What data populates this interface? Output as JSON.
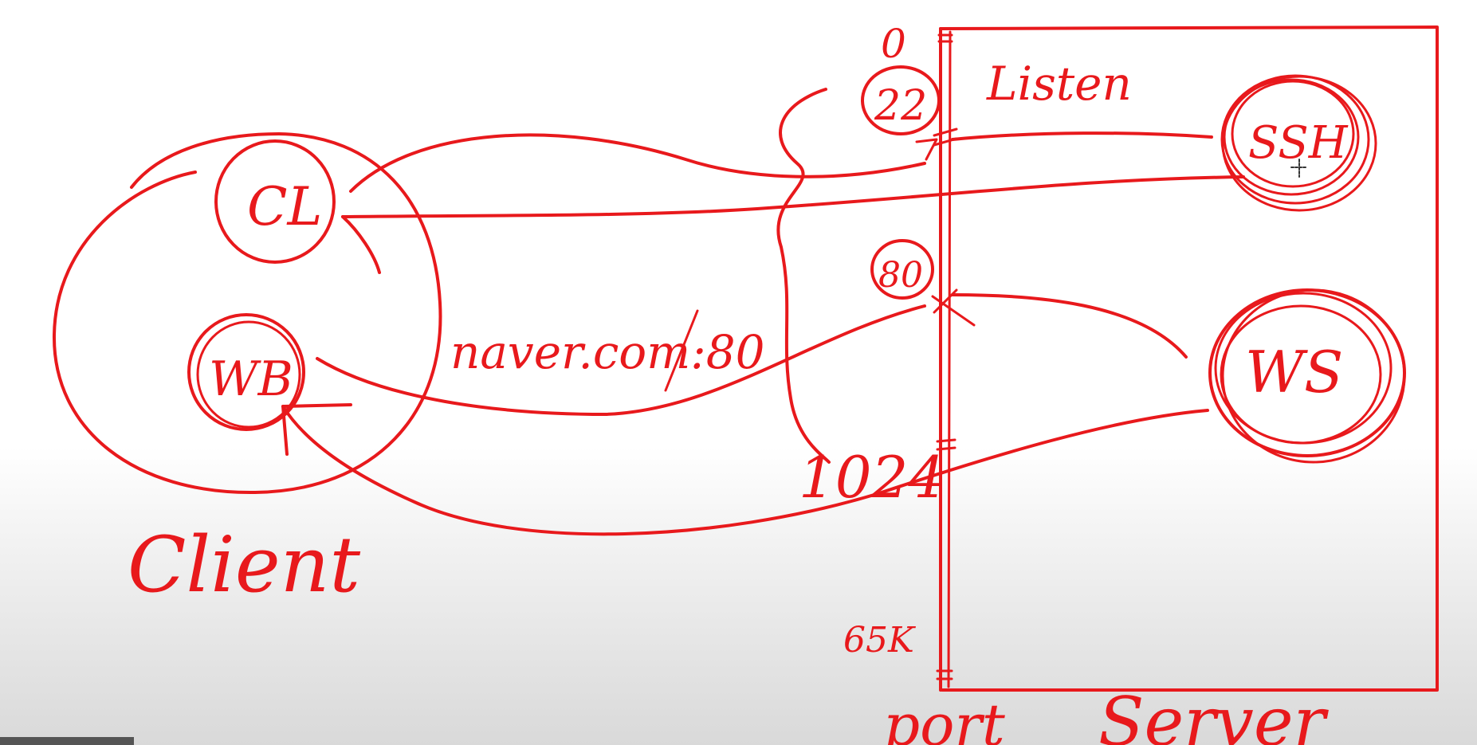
{
  "diagram": {
    "labels": {
      "port_zero": "0",
      "port_22": "22",
      "port_80": "80",
      "port_1024": "1024",
      "port_65k": "65K",
      "listen": "Listen",
      "client_sl": "CL",
      "client_wb": "WB",
      "server_ssh": "SSH",
      "server_ws": "WS",
      "naver_address": "naver.com:80",
      "client": "Client",
      "port": "port",
      "server": "Server"
    },
    "colors": {
      "ink": "#e8191c",
      "background": "#ffffff"
    }
  }
}
